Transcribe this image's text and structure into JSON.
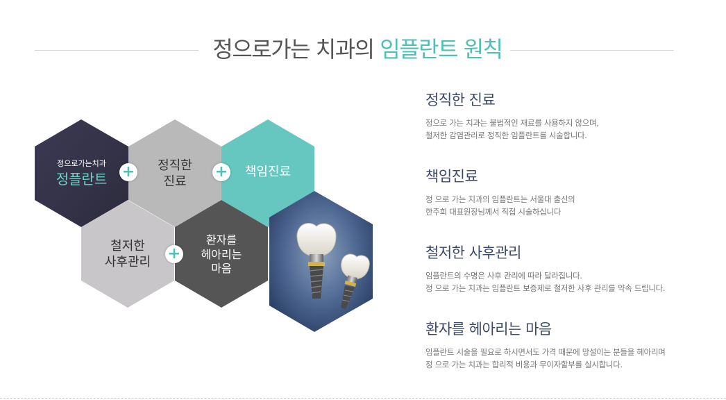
{
  "page": {
    "title_prefix": "정으로가는 치과의 ",
    "title_accent": "임플란트 원칙",
    "accent_color": "#4fbfb7"
  },
  "hexagons": {
    "brand_small": "정으로가는치과",
    "brand_large": "정플란트",
    "honest_line1": "정직한",
    "honest_line2": "진료",
    "responsible": "책임진료",
    "thorough_line1": "철저한",
    "thorough_line2": "사후관리",
    "care_line1": "환자를",
    "care_line2": "헤아리는",
    "care_line3": "마음",
    "plus": "+",
    "image_icon": "dental-implant-image"
  },
  "sections": [
    {
      "heading": "정직한 진료",
      "line1": "정으로 가는 치과는 불법적인 재료를 사용하지 않으며,",
      "line2": "철저한 감염관리로 정직한 임플란트를 시술합니다."
    },
    {
      "heading": "책임진료",
      "line1": "정 으로 가는 치과의  임플란트는 서울대 출신의",
      "line2": "한주희 대표원장님께서 직접 시술하십니다"
    },
    {
      "heading": "철저한 사후관리",
      "line1": "임플란트의 수명은 사후 관리에 따라 달라집니다.",
      "line2": "정 으로 가는 치과는 임플란트 보증제로 철저한 사후 관리를 약속 드립니다."
    },
    {
      "heading": "환자를 헤아리는 마음",
      "line1": "임플란트 시술을 필요로 하시면서도 가격 때문에 망설이는 분들을 헤아리며",
      "line2": "정 으로 가는 치과는 합리적 비용과 무이자할부를 실시합니다."
    }
  ]
}
